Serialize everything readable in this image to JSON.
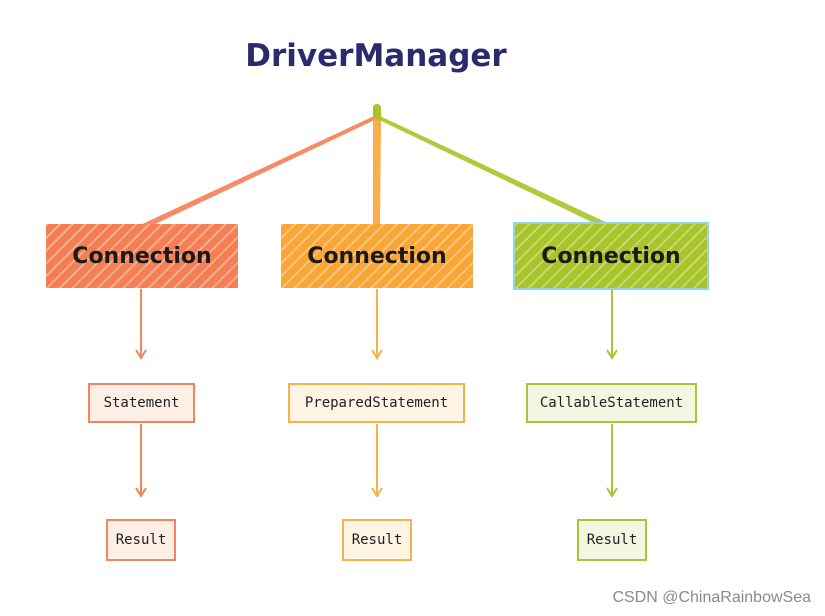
{
  "title": "DriverManager",
  "connections": [
    {
      "label": "Connection",
      "color": "#f47f54"
    },
    {
      "label": "Connection",
      "color": "#f9a637"
    },
    {
      "label": "Connection",
      "color": "#a8c428"
    }
  ],
  "statements": [
    "Statement",
    "PreparedStatement",
    "CallableStatement"
  ],
  "results": [
    "Result",
    "Result",
    "Result"
  ],
  "watermark": "CSDN @ChinaRainbowSea",
  "colors": {
    "title": "#2b2a6e",
    "orange": "#f47f54",
    "yellow": "#f9a637",
    "green": "#a8c428"
  }
}
